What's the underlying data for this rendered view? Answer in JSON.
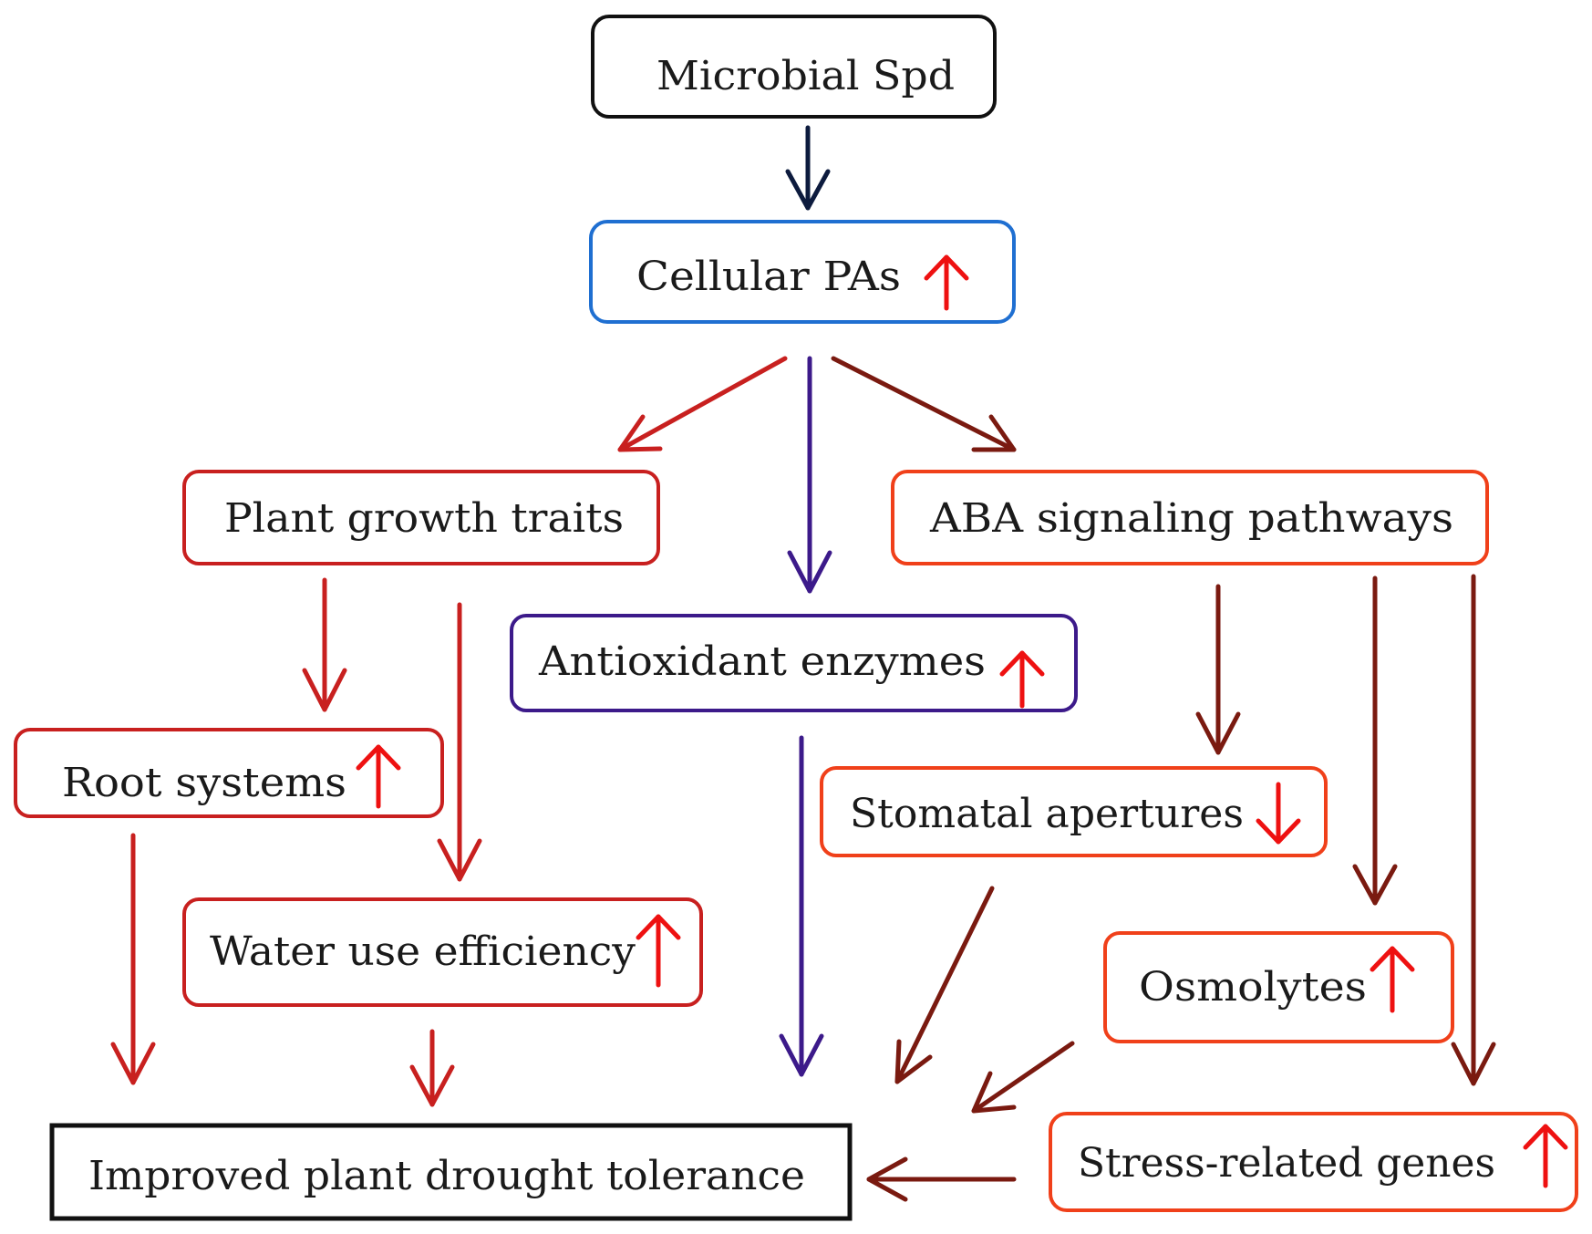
{
  "nodes": {
    "microbial_spd": {
      "label": "Microbial Spd",
      "indicator": ""
    },
    "cellular_pas": {
      "label": "Cellular PAs",
      "indicator": "up"
    },
    "plant_growth_traits": {
      "label": "Plant growth traits",
      "indicator": ""
    },
    "aba_signaling": {
      "label": "ABA signaling pathways",
      "indicator": ""
    },
    "antioxidant_enzymes": {
      "label": "Antioxidant enzymes",
      "indicator": "up"
    },
    "root_systems": {
      "label": "Root systems",
      "indicator": "up"
    },
    "stomatal_apertures": {
      "label": "Stomatal apertures",
      "indicator": "down"
    },
    "water_use_efficiency": {
      "label": "Water use efficiency",
      "indicator": "up"
    },
    "osmolytes": {
      "label": "Osmolytes",
      "indicator": "up"
    },
    "improved_tolerance": {
      "label": "Improved plant drought tolerance",
      "indicator": ""
    },
    "stress_genes": {
      "label": "Stress-related genes",
      "indicator": "up"
    }
  },
  "edges": [
    {
      "from": "microbial_spd",
      "to": "cellular_pas"
    },
    {
      "from": "cellular_pas",
      "to": "plant_growth_traits"
    },
    {
      "from": "cellular_pas",
      "to": "antioxidant_enzymes"
    },
    {
      "from": "cellular_pas",
      "to": "aba_signaling"
    },
    {
      "from": "plant_growth_traits",
      "to": "root_systems"
    },
    {
      "from": "plant_growth_traits",
      "to": "water_use_efficiency"
    },
    {
      "from": "aba_signaling",
      "to": "stomatal_apertures"
    },
    {
      "from": "aba_signaling",
      "to": "osmolytes"
    },
    {
      "from": "aba_signaling",
      "to": "stress_genes"
    },
    {
      "from": "root_systems",
      "to": "improved_tolerance"
    },
    {
      "from": "water_use_efficiency",
      "to": "improved_tolerance"
    },
    {
      "from": "antioxidant_enzymes",
      "to": "improved_tolerance"
    },
    {
      "from": "stomatal_apertures",
      "to": "improved_tolerance"
    },
    {
      "from": "osmolytes",
      "to": "improved_tolerance"
    },
    {
      "from": "stress_genes",
      "to": "improved_tolerance"
    }
  ],
  "colors": {
    "black": "#111111",
    "navy": "#0d1b3e",
    "blue": "#1f6fd1",
    "purple": "#3c1a8a",
    "red": "#c8201f",
    "orange_red": "#f0401a",
    "dark_red": "#7a1a10",
    "indicator": "#ee1111"
  }
}
